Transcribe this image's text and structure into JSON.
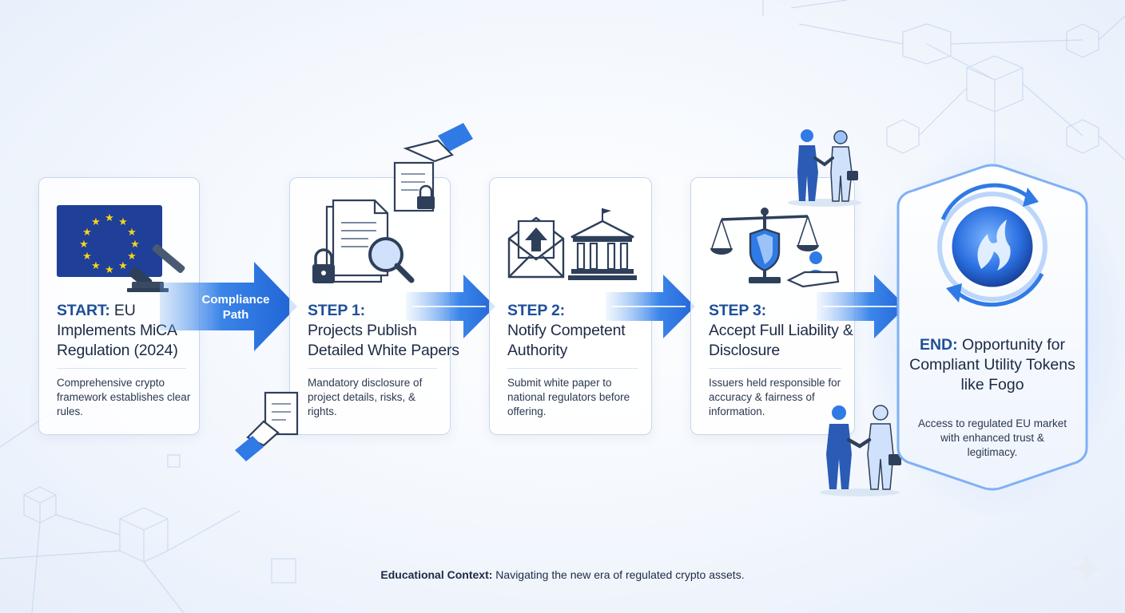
{
  "start": {
    "prefix": "START:",
    "title": "EU Implements MiCA Regulation (2024)",
    "desc": "Comprehensive crypto framework establishes clear rules."
  },
  "connector_label": "Compliance Path",
  "steps": [
    {
      "prefix": "STEP 1:",
      "title": "Projects Publish Detailed White Papers",
      "desc": "Mandatory disclosure of project details, risks, & rights."
    },
    {
      "prefix": "STEP 2:",
      "title": "Notify Competent Authority",
      "desc": "Submit white paper to national regulators before offering."
    },
    {
      "prefix": "STEP 3:",
      "title": "Accept Full Liability & Disclosure",
      "desc": "Issuers held responsible for accuracy & fairness of information."
    }
  ],
  "end": {
    "prefix": "END:",
    "title": "Opportunity for Compliant Utility Tokens like Fogo",
    "desc": "Access to regulated EU market with enhanced trust & legitimacy."
  },
  "footer": {
    "label": "Educational Context:",
    "text": "Navigating the new era of regulated crypto assets."
  },
  "colors": {
    "accent": "#1e4f9a",
    "arrow": "#2f7ae5",
    "eu_blue": "#1f3f99",
    "eu_star": "#f7d417"
  },
  "icons": [
    "eu-flag-icon",
    "gavel-icon",
    "documents-icon",
    "magnifier-icon",
    "padlock-icon",
    "hand-document-icon",
    "envelope-upload-icon",
    "government-building-icon",
    "scales-shield-icon",
    "handshake-icon",
    "fogo-token-icon"
  ]
}
